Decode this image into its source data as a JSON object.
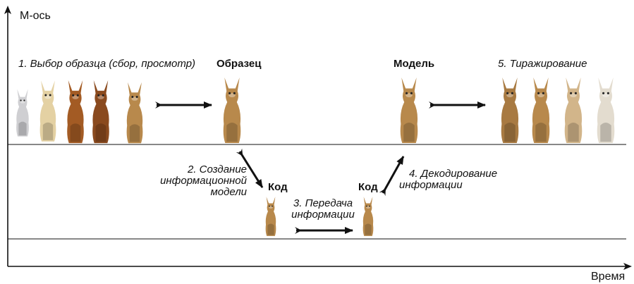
{
  "axes": {
    "y_label": "М-ось",
    "x_label": "Время"
  },
  "stages": {
    "step1": "1. Выбор образца (сбор, просмотр)",
    "sample": "Образец",
    "step2_line1": "2. Создание",
    "step2_line2": "информационной",
    "step2_line3": "модели",
    "code_left": "Код",
    "step3_line1": "3. Передача",
    "step3_line2": "информации",
    "code_right": "Код",
    "step4_line1": "4. Декодирование",
    "step4_line2": "информации",
    "model": "Модель",
    "step5": "5. Тиражирование"
  },
  "colors": {
    "axis": "#111111",
    "arrow": "#111111",
    "cat_body": "#b8894c",
    "cat_dark": "#6b4a24",
    "cat_light": "#e6d3ad",
    "cat_ghost": "#d8d4cc"
  }
}
